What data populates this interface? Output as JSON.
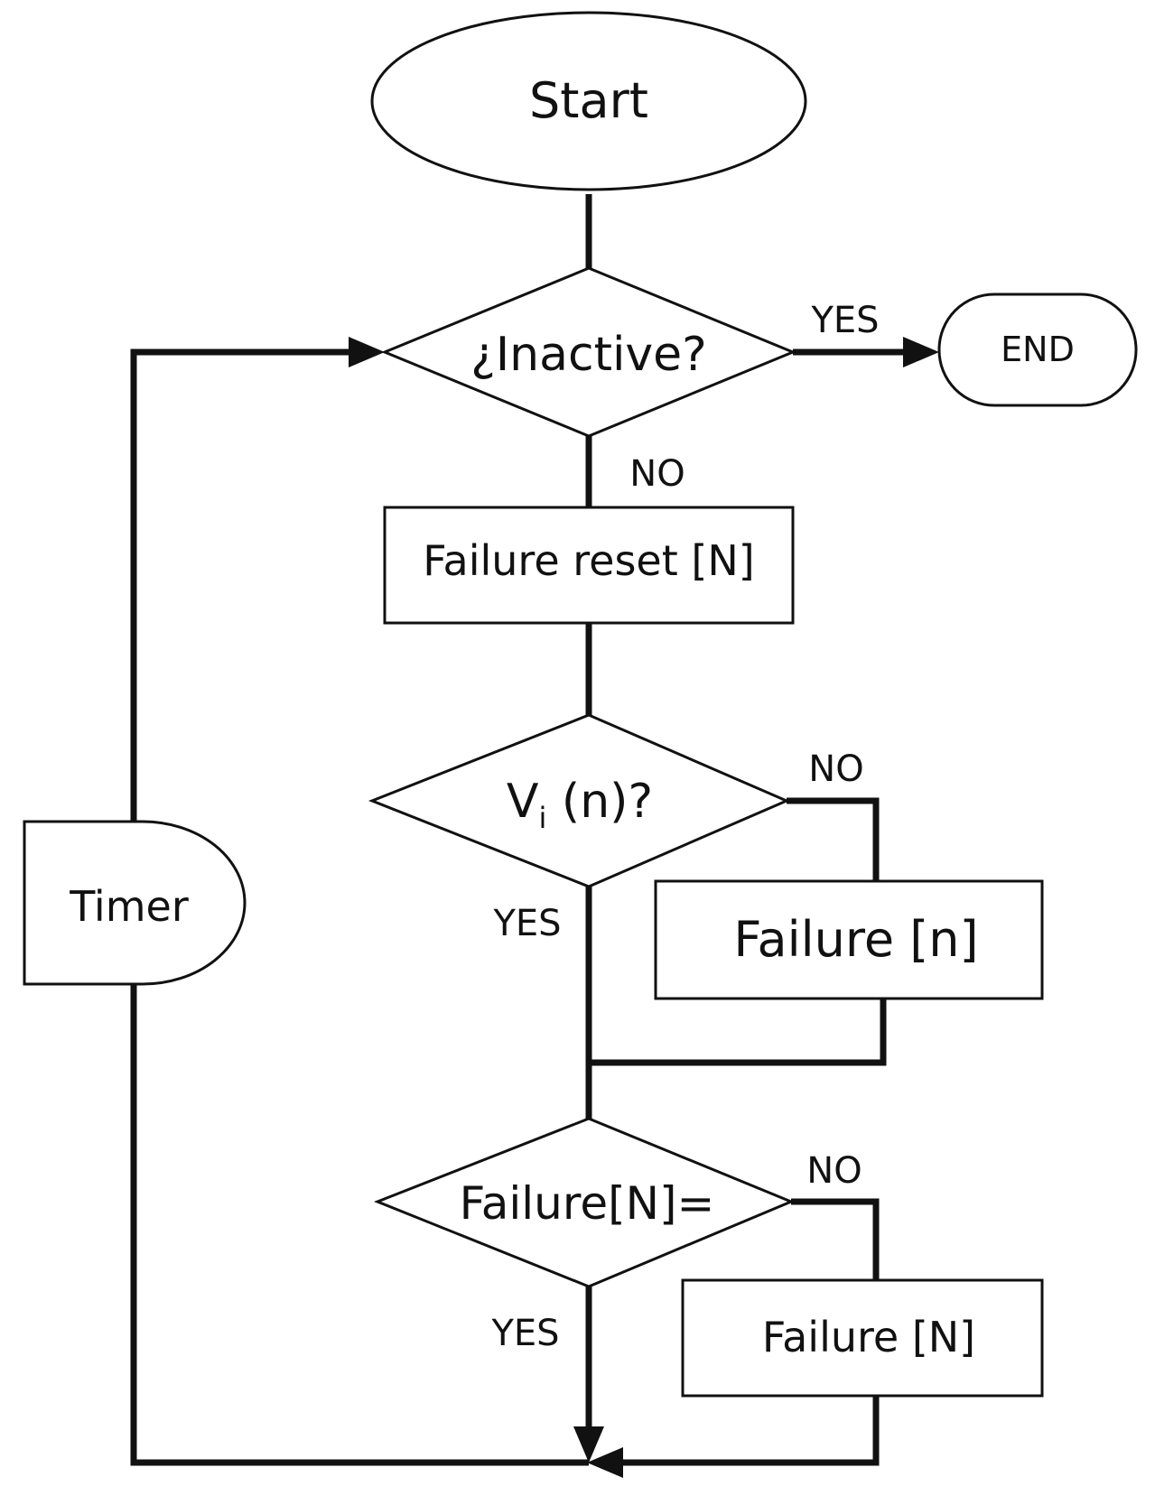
{
  "diagram": {
    "nodes": {
      "start": "Start",
      "inactive": "¿Inactive?",
      "end": "END",
      "failure_reset": "Failure reset [N]",
      "vi_main": "V",
      "vi_sub": "i",
      "vi_tail": " (n)?",
      "failure_n": "Failure [n]",
      "failure_eq": "Failure[N]=",
      "failure_N": "Failure [N]",
      "timer": "Timer"
    },
    "edge_labels": {
      "inactive_yes": "YES",
      "inactive_no": "NO",
      "vi_no": "NO",
      "vi_yes": "YES",
      "eq_no": "NO",
      "eq_yes": "YES"
    }
  }
}
